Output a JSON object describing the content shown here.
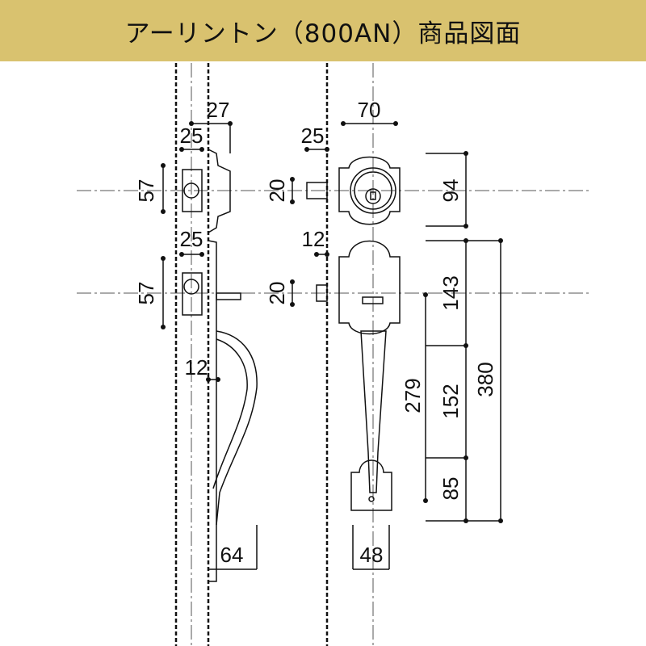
{
  "header": {
    "title": "アーリントン（800AN）商品図面"
  },
  "dimensions": {
    "left_top_27": "27",
    "left_top_25": "25",
    "left_57_upper": "57",
    "left_25_lower": "25",
    "left_57_lower": "57",
    "left_12": "12",
    "left_64": "64",
    "mid_70": "70",
    "mid_25": "25",
    "mid_20_upper": "20",
    "mid_12": "12",
    "mid_20_lower": "20",
    "mid_48": "48",
    "right_94": "94",
    "right_143": "143",
    "right_152": "152",
    "right_85": "85",
    "right_380": "380",
    "right_279": "279"
  }
}
